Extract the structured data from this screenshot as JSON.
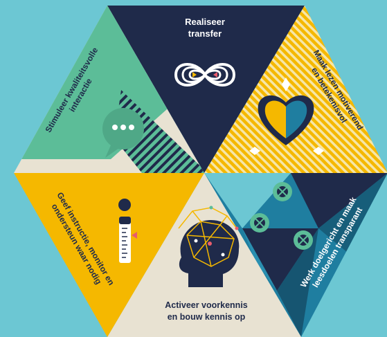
{
  "colors": {
    "background": "#6cc7d3",
    "navy": "#1f2a4a",
    "green": "#5cbd98",
    "yellow": "#f5b800",
    "teal": "#1f7ea0",
    "cream": "#e8e2d2",
    "white": "#ffffff",
    "coral": "#e85c6c"
  },
  "segments": [
    {
      "id": "top",
      "line1": "Realiseer",
      "line2": "transfer",
      "icon": "infinity-icon"
    },
    {
      "id": "top-right",
      "line1": "Maak lezen motiverend",
      "line2": "en betekenisvol",
      "icon": "heart-icon"
    },
    {
      "id": "bottom-right",
      "line1": "Werk doelgericht en maak",
      "line2": "leesdoelen transparant",
      "icon": "target-icon"
    },
    {
      "id": "bottom",
      "line1": "Activeer voorkennis",
      "line2": "en bouw kennis op",
      "icon": "brain-network-icon"
    },
    {
      "id": "bottom-left",
      "line1": "Geef instructie, monitor en",
      "line2": "ondersteun waar nodig",
      "icon": "thermometer-icon"
    },
    {
      "id": "top-left",
      "line1": "Stimuleer kwaliteitsvolle",
      "line2": "interactie",
      "icon": "speech-bubble-icon"
    }
  ]
}
